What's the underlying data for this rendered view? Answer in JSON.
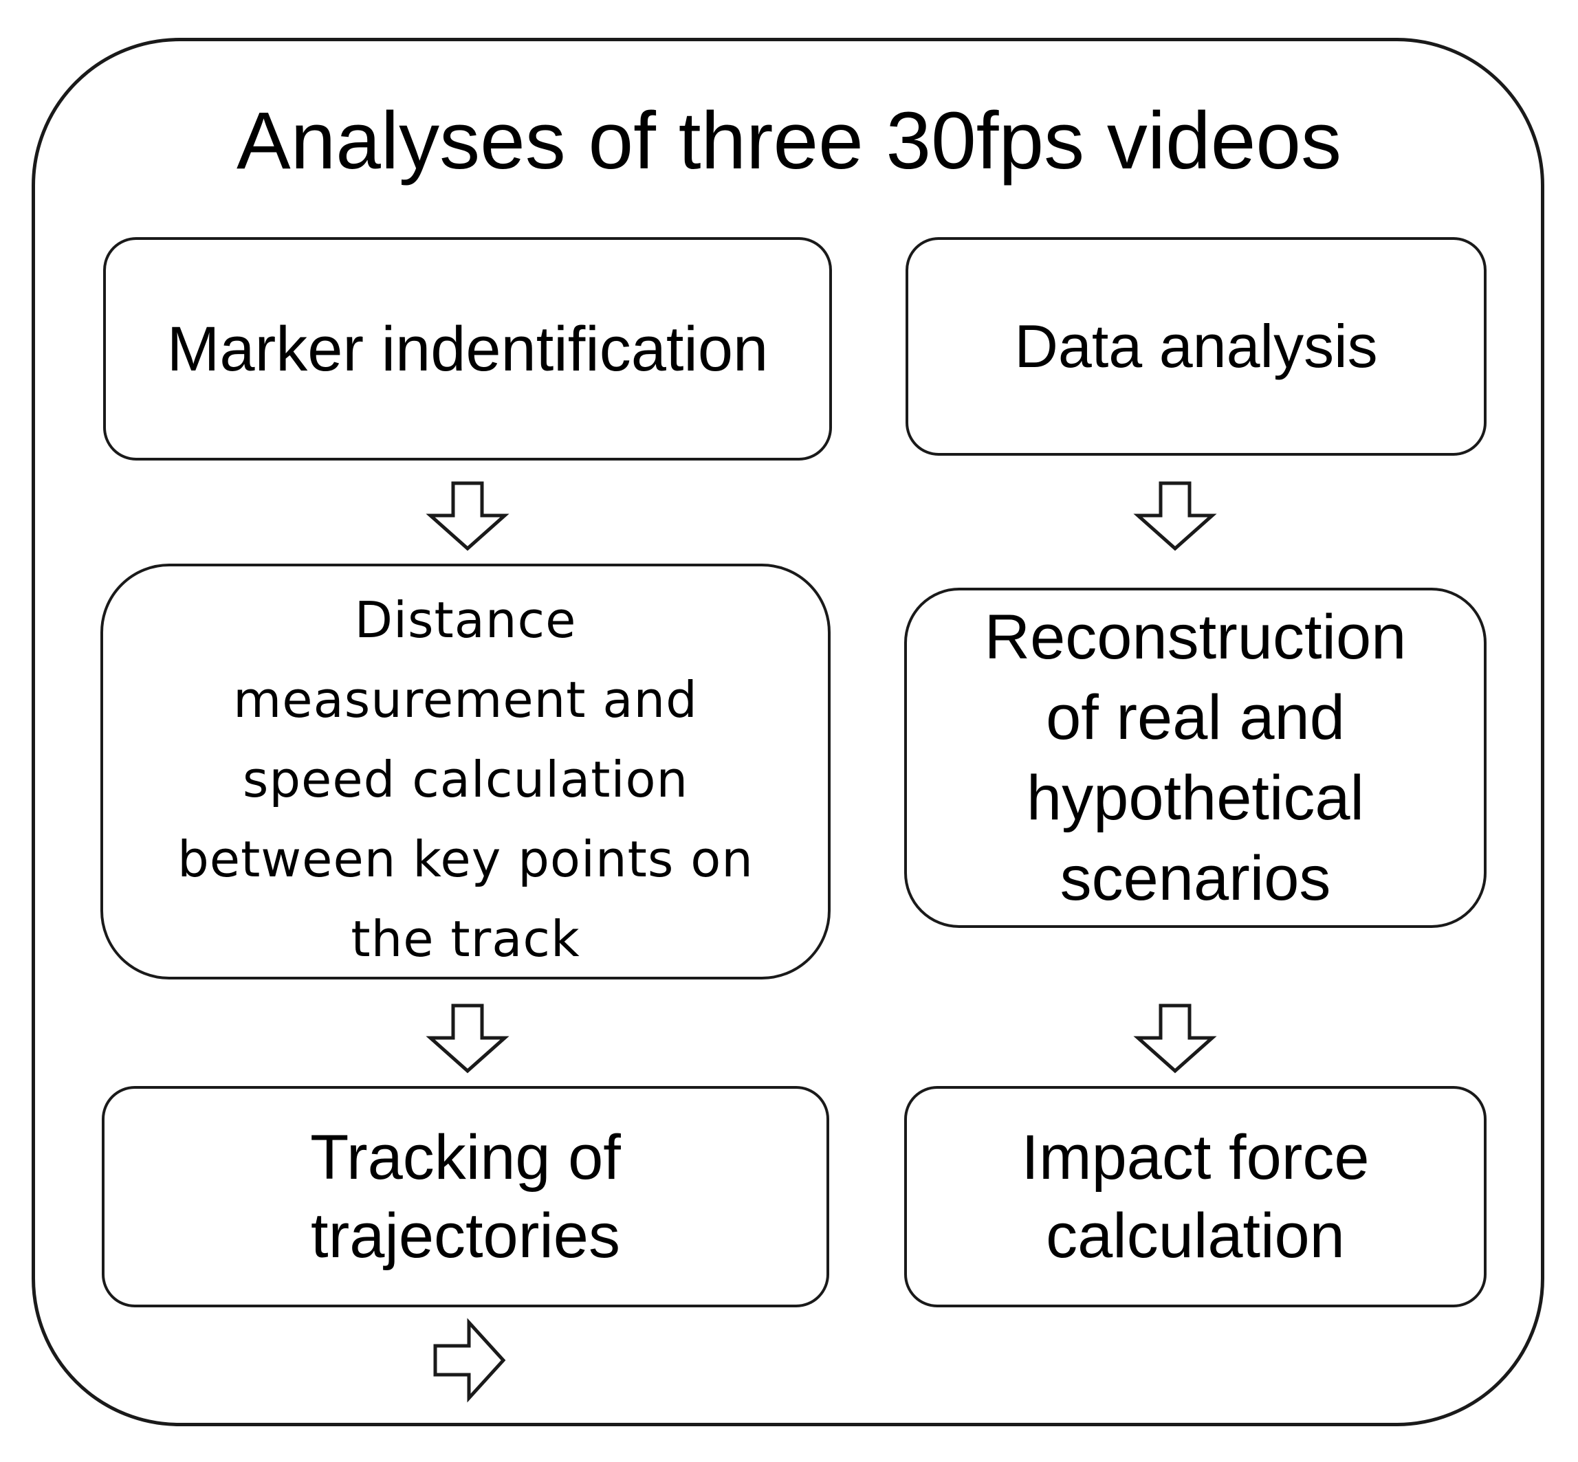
{
  "diagram": {
    "title": "Analyses of three 30fps videos",
    "left_column": {
      "step1": "Marker indentification",
      "step2": "Distance\nmeasurement and\nspeed calculation\nbetween key points on\nthe track",
      "step3": "Tracking of\ntrajectories"
    },
    "right_column": {
      "step1": "Data analysis",
      "step2": "Reconstruction\nof real and\nhypothetical\nscenarios",
      "step3": "Impact force\ncalculation"
    },
    "arrow_icons": [
      "arrow-down-icon",
      "arrow-right-icon"
    ],
    "colors": {
      "line": "#1a1a1a",
      "background": "#ffffff",
      "text": "#000000"
    }
  }
}
